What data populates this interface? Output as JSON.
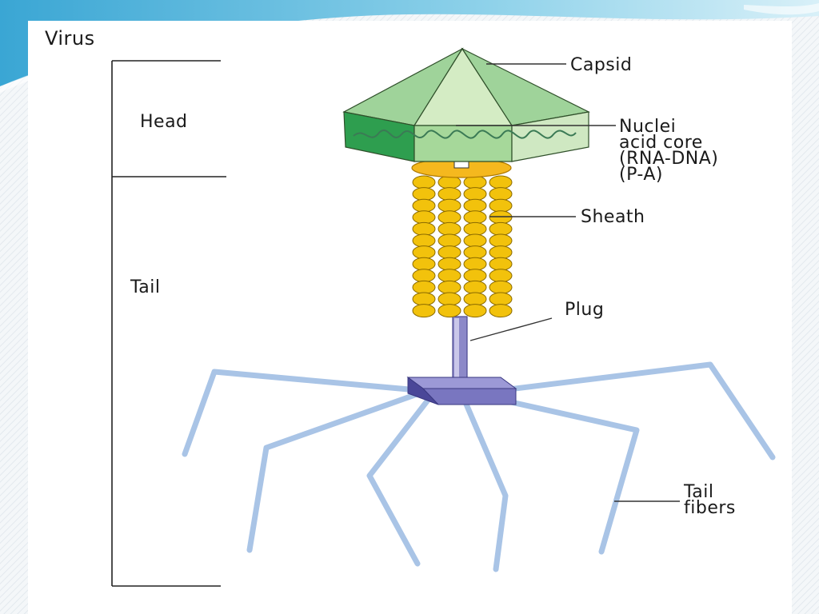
{
  "diagram": {
    "title": "Virus",
    "sections": {
      "head": "Head",
      "tail": "Tail"
    },
    "parts": {
      "capsid": "Capsid",
      "nucleic_core": [
        "Nuclei",
        "acid core",
        "(RNA-DNA)",
        "(P-A)"
      ],
      "sheath": "Sheath",
      "plug": "Plug",
      "tail_fibers": [
        "Tail",
        "fibers"
      ]
    },
    "colors": {
      "capsid_dark": "#2e9e4f",
      "capsid_mid": "#9fd39a",
      "capsid_light": "#d4ecc4",
      "sheath_bead": "#f2c20c",
      "collar": "#f5b81e",
      "plug": "#8c89c8",
      "base_plate": "#6461b0",
      "fiber": "#a9c4e6",
      "header_accent": "#7ec8e0"
    }
  }
}
